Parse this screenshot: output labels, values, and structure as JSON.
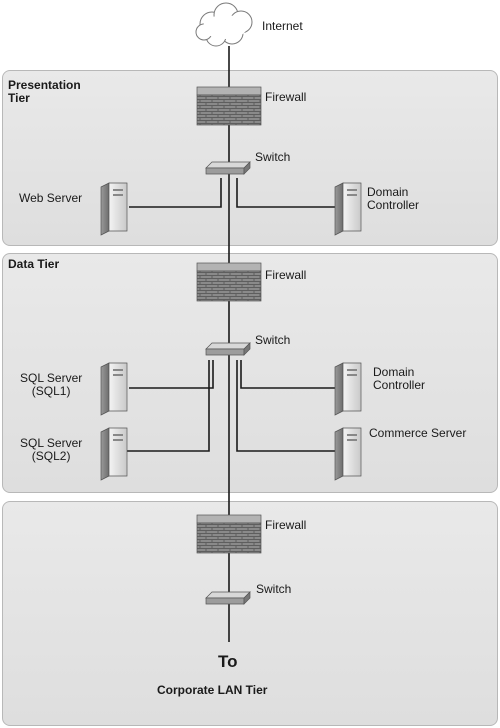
{
  "diagram": {
    "internet_label": "Internet",
    "tiers": {
      "presentation": "Presentation\nTier",
      "data": "Data Tier"
    },
    "labels": {
      "firewall": "Firewall",
      "switch": "Switch",
      "web_server": "Web Server",
      "domain_controller": "Domain\nController",
      "sql1": "SQL Server\n(SQL1)",
      "sql2": "SQL Server\n(SQL2)",
      "commerce_server": "Commerce Server"
    },
    "to_label": "To",
    "corporate_label": "Corporate LAN Tier"
  }
}
